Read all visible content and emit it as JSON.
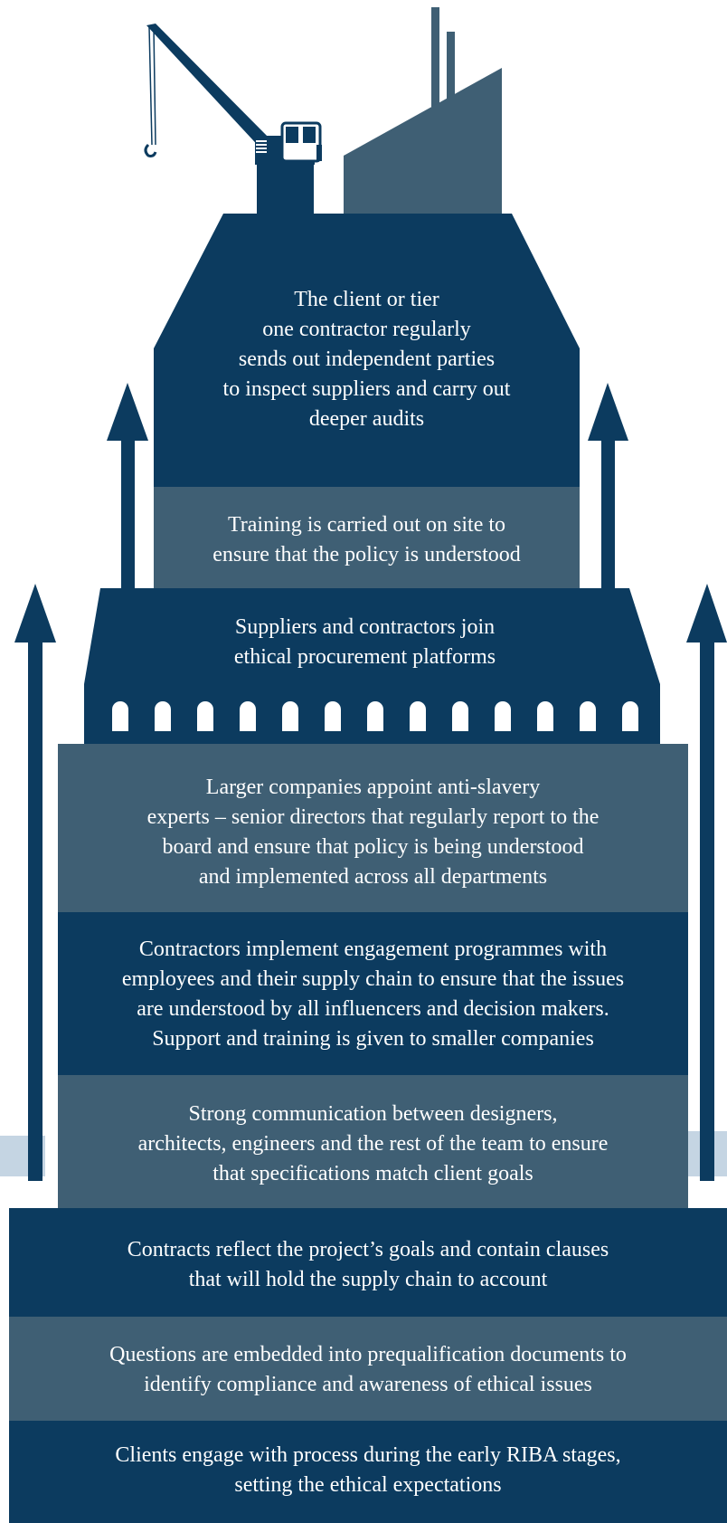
{
  "colors": {
    "dark": "#0c3b5f",
    "slate": "#3f5f74",
    "pale": "#c5d5e3"
  },
  "tiers": [
    {
      "text": "The client or tier\none contractor regularly\nsends out independent parties\nto inspect suppliers and carry out\ndeeper audits"
    },
    {
      "text": "Training is carried out on site to\nensure that the policy is understood"
    },
    {
      "text": "Suppliers and contractors join\nethical procurement platforms"
    },
    {
      "text": "Larger companies appoint anti-slavery\nexperts – senior directors that regularly report to the\nboard and ensure that policy is being understood\nand implemented across all departments"
    },
    {
      "text": "Contractors implement engagement programmes with\nemployees and their supply chain to ensure that the issues\nare understood by all influencers and decision makers.\nSupport and training is given to smaller companies"
    },
    {
      "text": "Strong communication between designers,\narchitects, engineers and the rest of the team to ensure\nthat specifications match client goals"
    },
    {
      "text": "Contracts reflect the project’s goals and contain clauses\nthat will hold the supply chain to account"
    },
    {
      "text": "Questions are embedded into prequalification documents to\nidentify compliance and awareness of ethical issues"
    },
    {
      "text": "Clients engage with process during the early RIBA stages,\nsetting the ethical expectations"
    }
  ]
}
